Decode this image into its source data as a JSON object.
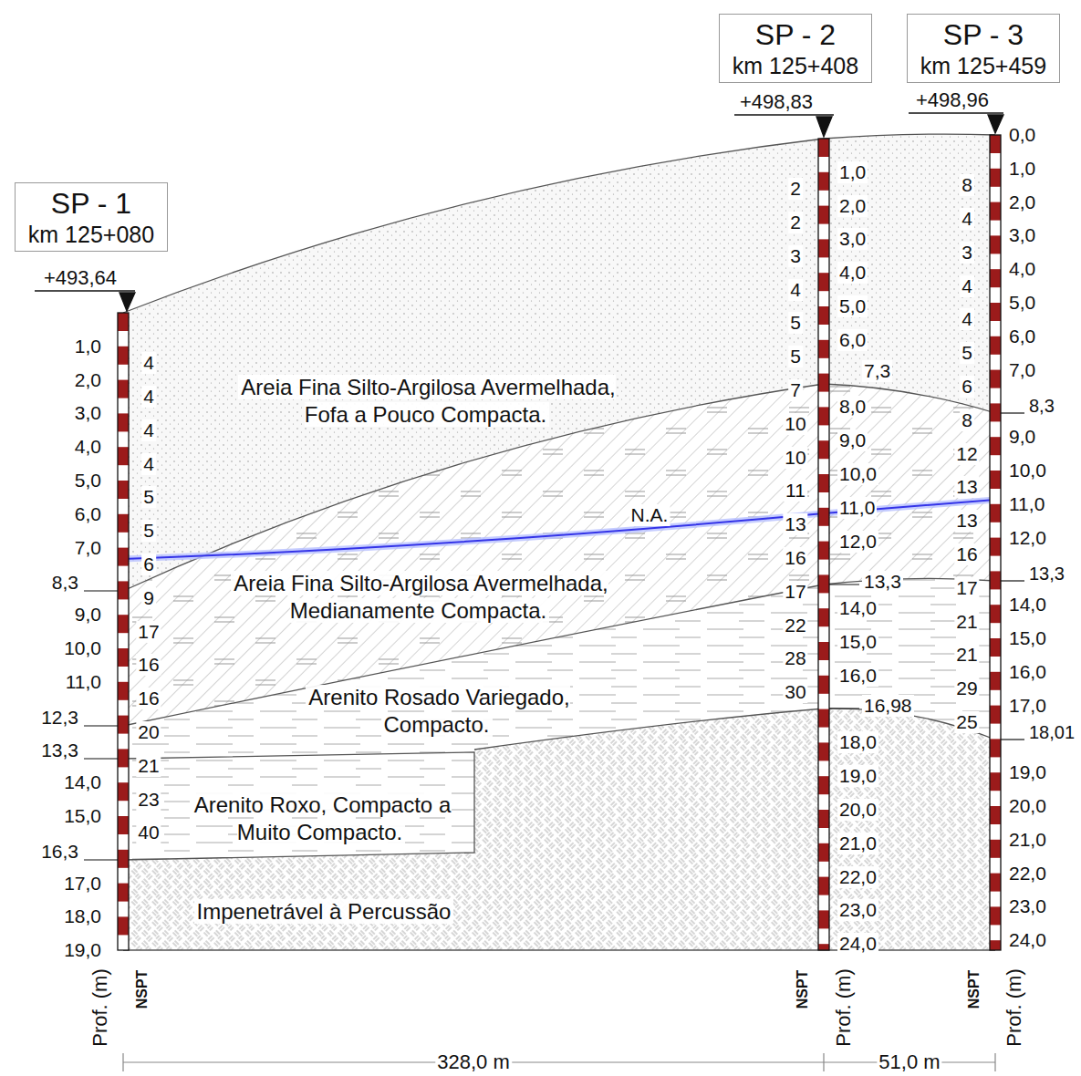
{
  "diagram": {
    "nodes": [
      {
        "text": [
          "SP - 1",
          "km 125+080"
        ]
      },
      {
        "text": [
          "SP - 2",
          "km 125+408"
        ]
      },
      {
        "text": [
          "SP - 3",
          "km 125+459"
        ]
      }
    ],
    "labels": [
      "+493,64",
      "+498,83",
      "+498,96",
      "1,0",
      "2,0",
      "3,0",
      "4,0",
      "5,0",
      "6,0",
      "7,0",
      "8,3",
      "9,0",
      "10,0",
      "11,0",
      "12,3",
      "13,3",
      "14,0",
      "15,0",
      "16,3",
      "17,0",
      "18,0",
      "19,0",
      "4",
      "4",
      "4",
      "4",
      "5",
      "5",
      "6",
      "9",
      "17",
      "16",
      "16",
      "20",
      "21",
      "23",
      "40",
      "2",
      "2",
      "3",
      "4",
      "5",
      "5",
      "7",
      "10",
      "10",
      "11",
      "13",
      "16",
      "17",
      "22",
      "28",
      "30",
      "1,0",
      "2,0",
      "3,0",
      "4,0",
      "5,0",
      "6,0",
      "7,3",
      "8,0",
      "9,0",
      "10,0",
      "11,0",
      "12,0",
      "13,3",
      "14,0",
      "15,0",
      "16,0",
      "16,98",
      "18,0",
      "19,0",
      "20,0",
      "21,0",
      "22,0",
      "23,0",
      "24,0",
      "8",
      "4",
      "3",
      "4",
      "4",
      "5",
      "6",
      "8",
      "12",
      "13",
      "13",
      "16",
      "17",
      "21",
      "21",
      "29",
      "25",
      "0,0",
      "1,0",
      "2,0",
      "3,0",
      "4,0",
      "5,0",
      "6,0",
      "7,0",
      "8,3",
      "9,0",
      "10,0",
      "11,0",
      "12,0",
      "13,3",
      "14,0",
      "15,0",
      "16,0",
      "17,0",
      "18,01",
      "19,0",
      "20,0",
      "21,0",
      "22,0",
      "23,0",
      "24,0",
      "Areia Fina Silto-Argilosa Avermelhada, Fofa a Pouco Compacta.",
      "Areia Fina Silto-Argilosa Avermelhada, Medianamente Compacta.",
      "Arenito Rosado Variegado, Compacto.",
      "Arenito Roxo, Compacto a Muito Compacto.",
      "Impenetrável à Percussão",
      "N.A.",
      "328,0 m",
      "51,0 m",
      "Prof. (m)",
      "NSPT",
      "NSPT",
      "Prof. (m)",
      "NSPT",
      "Prof. (m)"
    ]
  }
}
